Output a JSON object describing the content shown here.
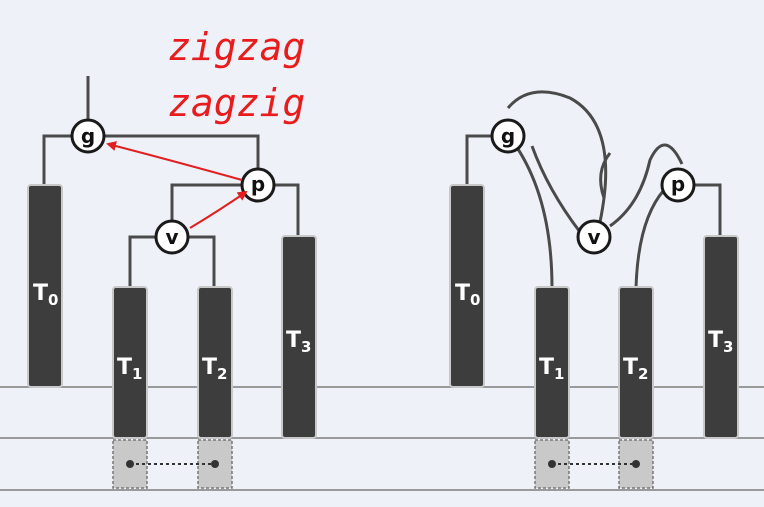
{
  "handwriting": {
    "line1": "zigzag",
    "line2": "zagzig",
    "color": "#e81c1c"
  },
  "nodes": {
    "g": "g",
    "p": "p",
    "v": "v"
  },
  "subtrees": {
    "t0": {
      "main": "T",
      "sub": "0"
    },
    "t1": {
      "main": "T",
      "sub": "1"
    },
    "t2": {
      "main": "T",
      "sub": "2"
    },
    "t3": {
      "main": "T",
      "sub": "3"
    }
  },
  "colors": {
    "background": "#eef2f8",
    "subtree": "#3d3d3d",
    "subtree_border": "#c8c8c8",
    "edge": "#4a4a4a",
    "arrow": "#e02020",
    "level_line": "#9a9a9a",
    "ghost_box": "#c9c9c9"
  }
}
